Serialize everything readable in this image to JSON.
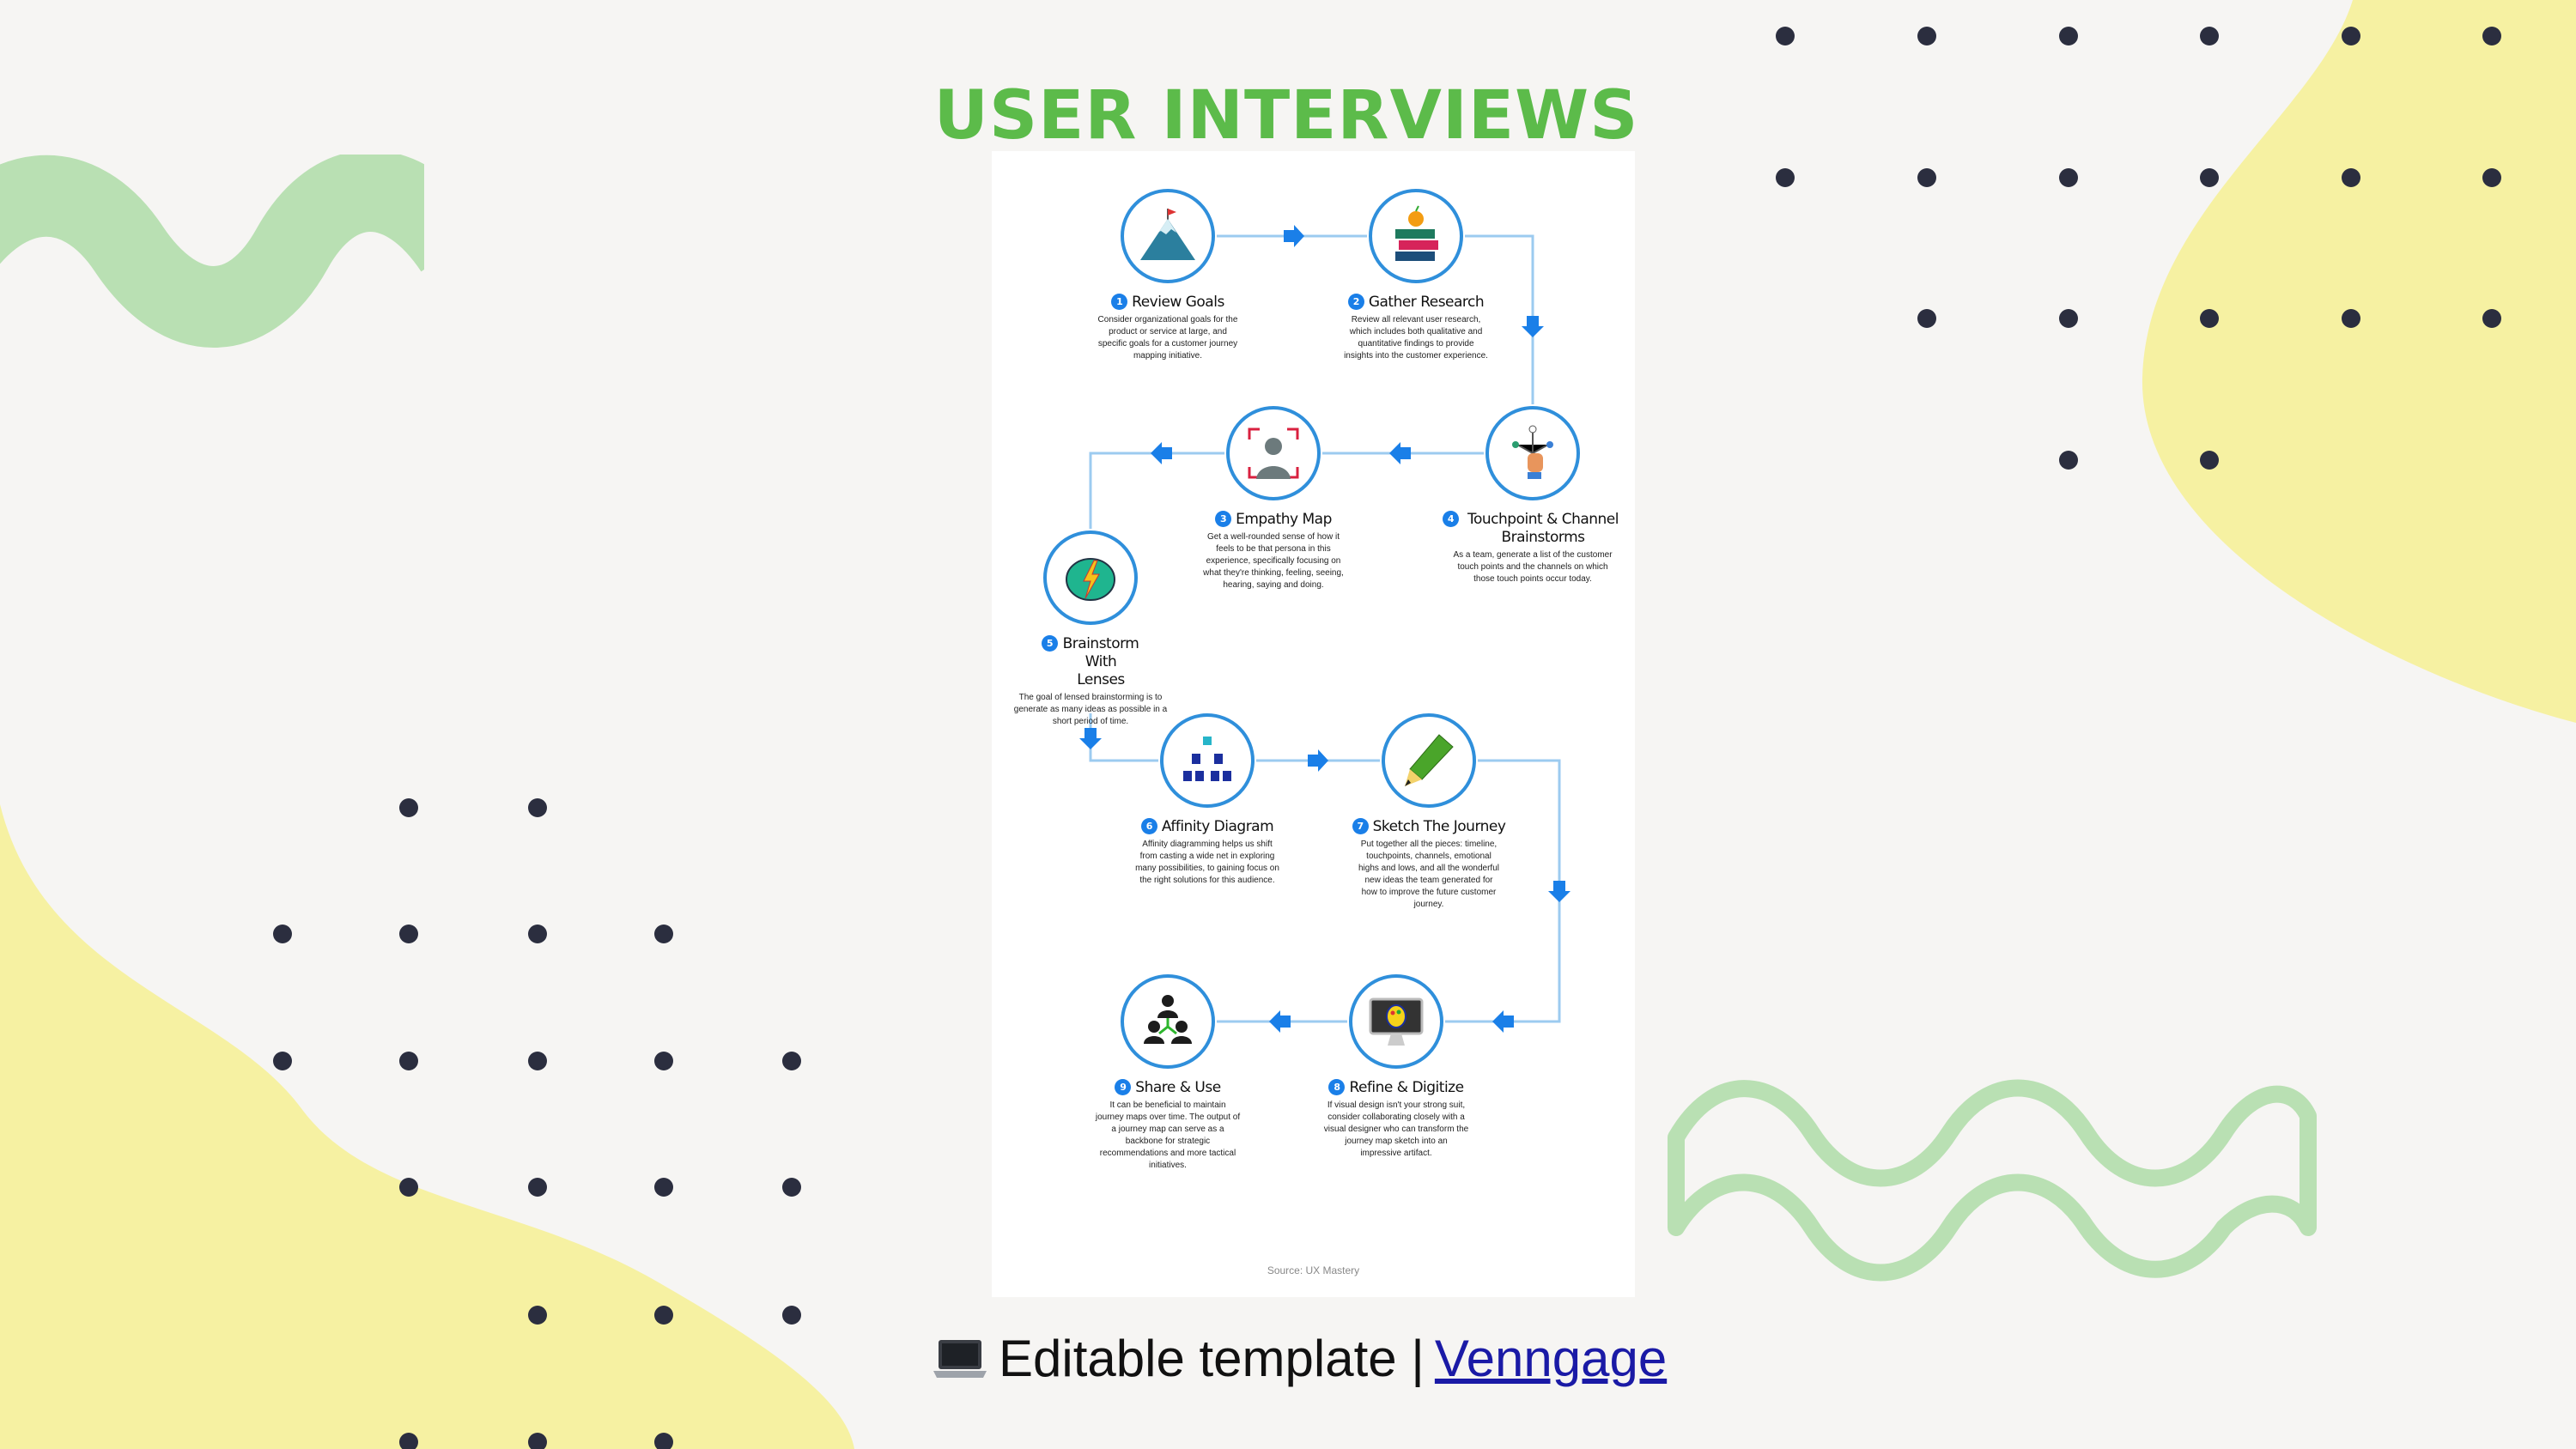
{
  "title": "USER INTERVIEWS",
  "colors": {
    "title_green": "#5cbb4a",
    "accent_blue": "#1a7fe8",
    "blob_yellow": "#f6f1a2",
    "wave_green": "#b9e0b3",
    "dot": "#2b2e3f"
  },
  "steps": [
    {
      "num": "1",
      "title": "Review Goals",
      "desc": "Consider organizational goals for the product or service at large, and specific goals for a customer journey mapping initiative.",
      "icon": "mountain-flag-icon"
    },
    {
      "num": "2",
      "title": "Gather Research",
      "desc": "Review all relevant user research, which includes both qualitative and quantitative findings to provide insights into the customer experience.",
      "icon": "books-apple-icon"
    },
    {
      "num": "3",
      "title": "Empathy Map",
      "desc": "Get a well-rounded sense of how it feels to be that persona in this experience, specifically focusing on what they're thinking, feeling, seeing, hearing, saying and doing.",
      "icon": "person-focus-icon"
    },
    {
      "num": "4",
      "title": "Touchpoint & Channel Brainstorms",
      "desc": "As a team, generate a list of the customer touch points and the channels on which those touch points occur today.",
      "icon": "hand-network-icon"
    },
    {
      "num": "5",
      "title": "Brainstorm With Lenses",
      "desc": "The goal of lensed brainstorming is to generate as many ideas as possible in a short period of time.",
      "icon": "brain-lightning-icon"
    },
    {
      "num": "6",
      "title": "Affinity Diagram",
      "desc": "Affinity diagramming helps us shift from casting a wide net in exploring many possibilities, to gaining focus on the right solutions for this audience.",
      "icon": "hierarchy-icon"
    },
    {
      "num": "7",
      "title": "Sketch The Journey",
      "desc": "Put together all the pieces: timeline, touchpoints, channels, emotional highs and lows, and all the wonderful new ideas the team generated for how to improve the future customer journey.",
      "icon": "pencil-icon"
    },
    {
      "num": "8",
      "title": "Refine & Digitize",
      "desc": "If visual design isn't your strong suit, consider collaborating closely with a visual designer who can transform the journey map sketch into an impressive artifact.",
      "icon": "monitor-palette-icon"
    },
    {
      "num": "9",
      "title": "Share & Use",
      "desc": "It can be beneficial to maintain journey maps over time. The output of a journey map can serve as a backbone for strategic recommendations and more tactical initiatives.",
      "icon": "team-share-icon"
    }
  ],
  "source": "Source: UX Mastery",
  "footer": {
    "text": "Editable template |",
    "link": "Venngage",
    "icon": "laptop-icon"
  }
}
